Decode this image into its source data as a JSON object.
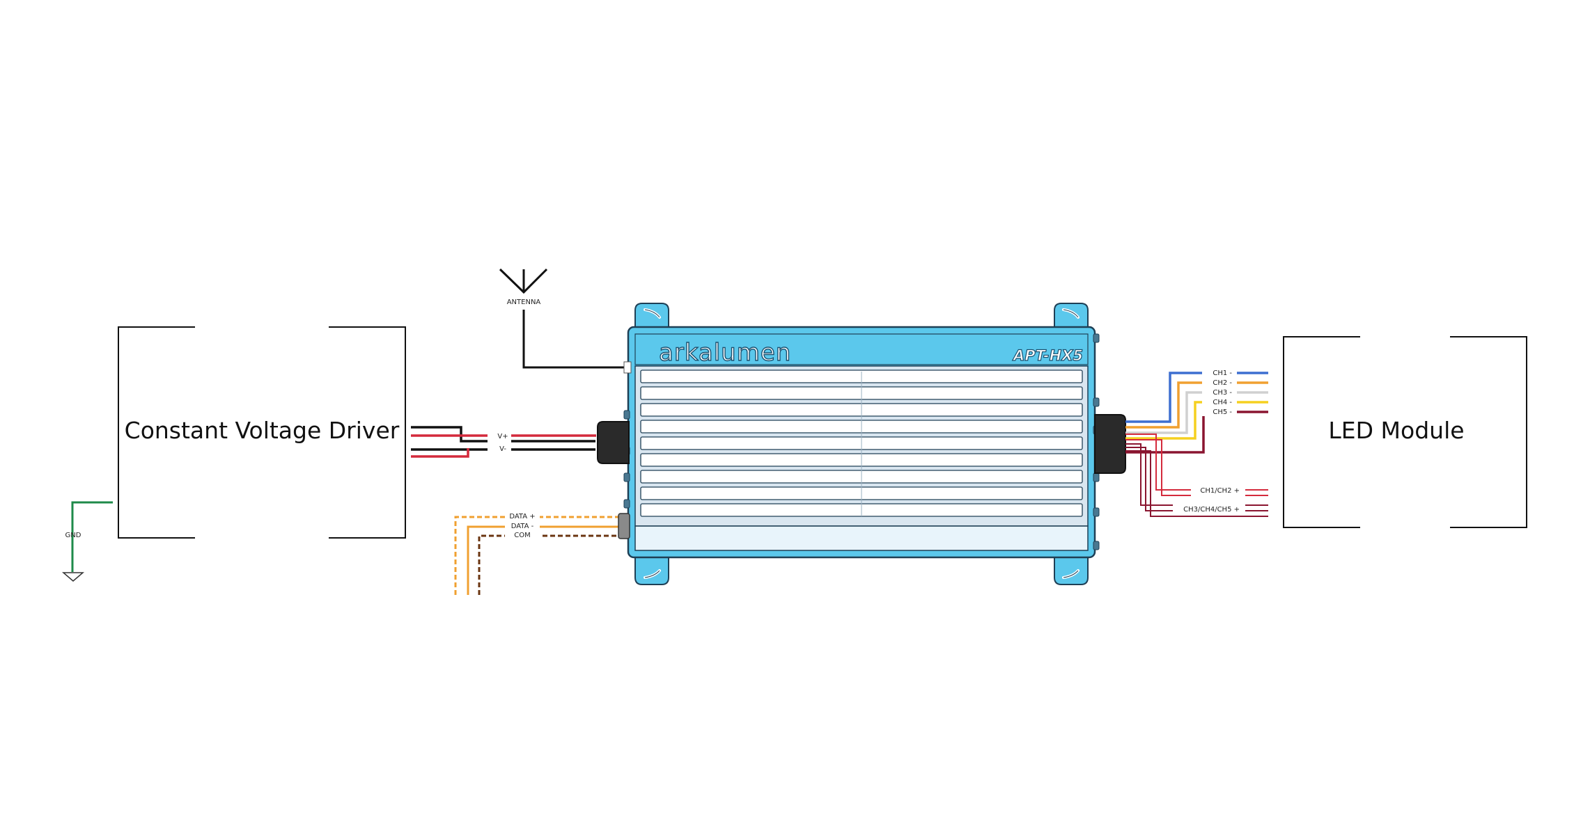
{
  "driver": {
    "label": "Constant Voltage Driver"
  },
  "led_module": {
    "label": "LED Module"
  },
  "antenna": {
    "label": "ANTENNA"
  },
  "ground": {
    "label": "GND"
  },
  "power_wires": {
    "v_plus": "V+",
    "v_minus": "V-"
  },
  "data_wires": {
    "data_plus": "DATA +",
    "data_minus": "DATA -",
    "com": "COM"
  },
  "controller": {
    "brand": "arkalumen",
    "model": "APT-HX5"
  },
  "outputs": {
    "channels": [
      "CH1 -",
      "CH2 -",
      "CH3 -",
      "CH4 -",
      "CH5 -"
    ],
    "common_12": "CH1/CH2 +",
    "common_345": "CH3/CH4/CH5 +"
  },
  "colors": {
    "body_blue": "#5bc8ec",
    "wire_red": "#d42a3c",
    "wire_black": "#111111",
    "wire_orange": "#f0a030",
    "wire_brown": "#6a3410",
    "wire_green": "#1e8a4a",
    "ch1": "#3d6fd0",
    "ch2": "#f0a030",
    "ch3": "#d0d0d0",
    "ch4": "#f5d020",
    "ch5": "#8a1530"
  }
}
